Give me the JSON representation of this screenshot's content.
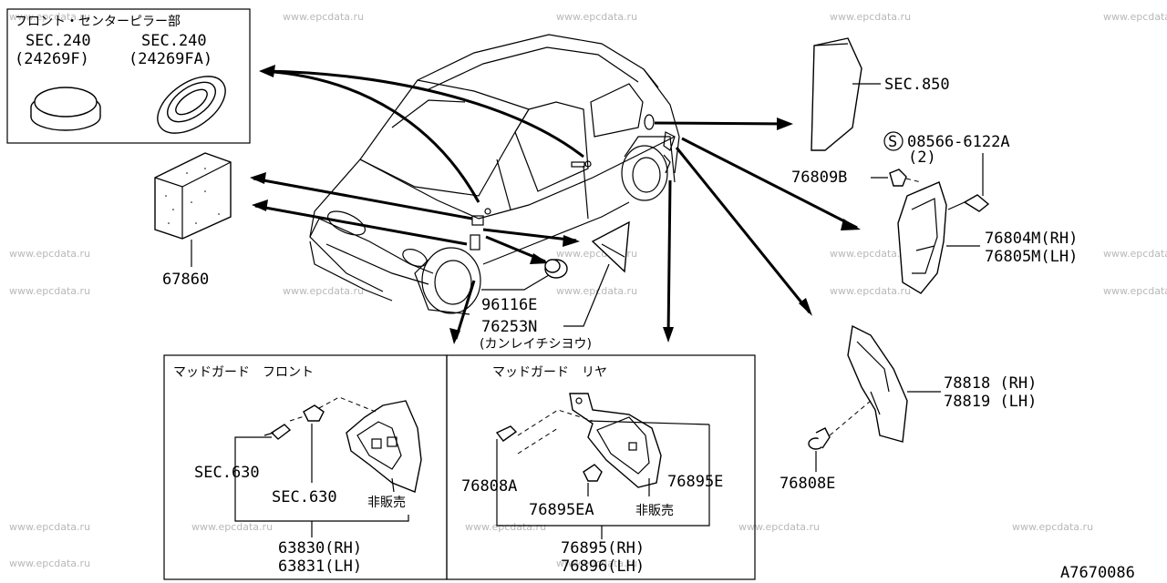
{
  "watermark": "www.epcdata.ru",
  "panels": {
    "front_center_pillar": {
      "title": "フロント・センターピラー部",
      "left": {
        "sec": "SEC.240",
        "code": "(24269F)"
      },
      "right": {
        "sec": "SEC.240",
        "code": "(24269FA)"
      }
    },
    "mudguard_front": {
      "title": "マッドガード　フロント",
      "sec_a": "SEC.630",
      "sec_b": "SEC.630",
      "not_for_sale": "非販売",
      "part_rh": "63830(RH)",
      "part_lh": "63831(LH)"
    },
    "mudguard_rear": {
      "title": "マッドガード　リヤ",
      "part_a": "76808A",
      "part_b": "76895EA",
      "part_c": "76895E",
      "not_for_sale": "非販売",
      "part_rh": "76895(RH)",
      "part_lh": "76896(LH)"
    }
  },
  "callouts": {
    "sec850": "SEC.850",
    "bolt_symbol": "S",
    "bolt": "08566-6122A",
    "bolt_qty": "(2)",
    "clip_b": "76809B",
    "protector_rh": "76804M(RH)",
    "protector_lh": "76805M(LH)",
    "pad": "67860",
    "grommet": "96116E",
    "label_part": "76253N",
    "label_desc": "(カンレイチシヨウ)",
    "rear_rh": "78818 (RH)",
    "rear_lh": "78819 (LH)",
    "clip_e": "76808E"
  },
  "diagram_id": "A7670086"
}
